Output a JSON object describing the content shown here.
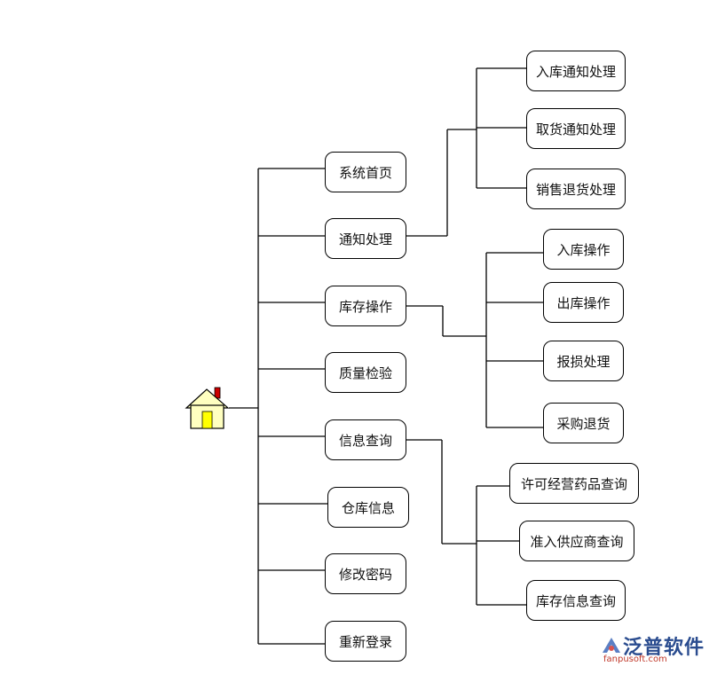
{
  "menu": {
    "root_icon": "home-icon",
    "items": [
      {
        "label": "系统首页"
      },
      {
        "label": "通知处理",
        "children": [
          "入库通知处理",
          "取货通知处理",
          "销售退货处理"
        ]
      },
      {
        "label": "库存操作",
        "children": [
          "入库操作",
          "出库操作",
          "报损处理",
          "采购退货"
        ]
      },
      {
        "label": "质量检验"
      },
      {
        "label": "信息查询",
        "children": [
          "许可经营药品查询",
          "准入供应商查询",
          "库存信息查询"
        ]
      },
      {
        "label": "仓库信息"
      },
      {
        "label": "修改密码"
      },
      {
        "label": "重新登录"
      }
    ]
  },
  "logo": {
    "name": "泛普软件",
    "url": "fanpusoft.com",
    "icon": "fanpu-logo-icon"
  },
  "colors": {
    "line": "#000000",
    "house_wall": "#ffffc0",
    "house_door": "#ffff00",
    "chimney": "#cc0000",
    "logo_blue": "#2a4c8f",
    "logo_red": "#c0392b"
  }
}
